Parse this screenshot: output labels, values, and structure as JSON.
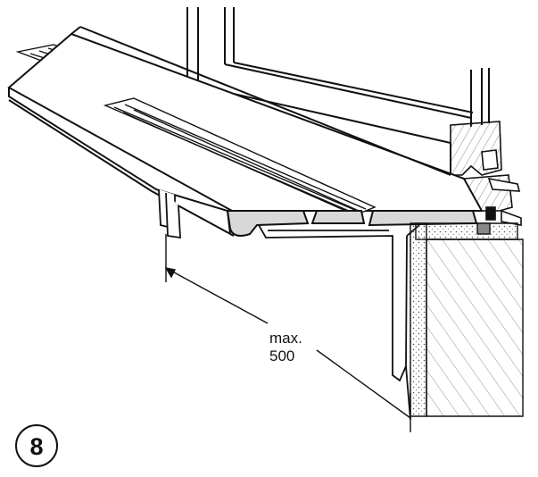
{
  "figure": {
    "number": "8",
    "dimension": {
      "line1": "max.",
      "line2": "500"
    }
  },
  "colors": {
    "stroke": "#111111",
    "sill_fill": "#d8d8d8",
    "wood_fill": "#b9b9b9",
    "insulation_fill": "#cfcfcf",
    "background": "#ffffff"
  }
}
